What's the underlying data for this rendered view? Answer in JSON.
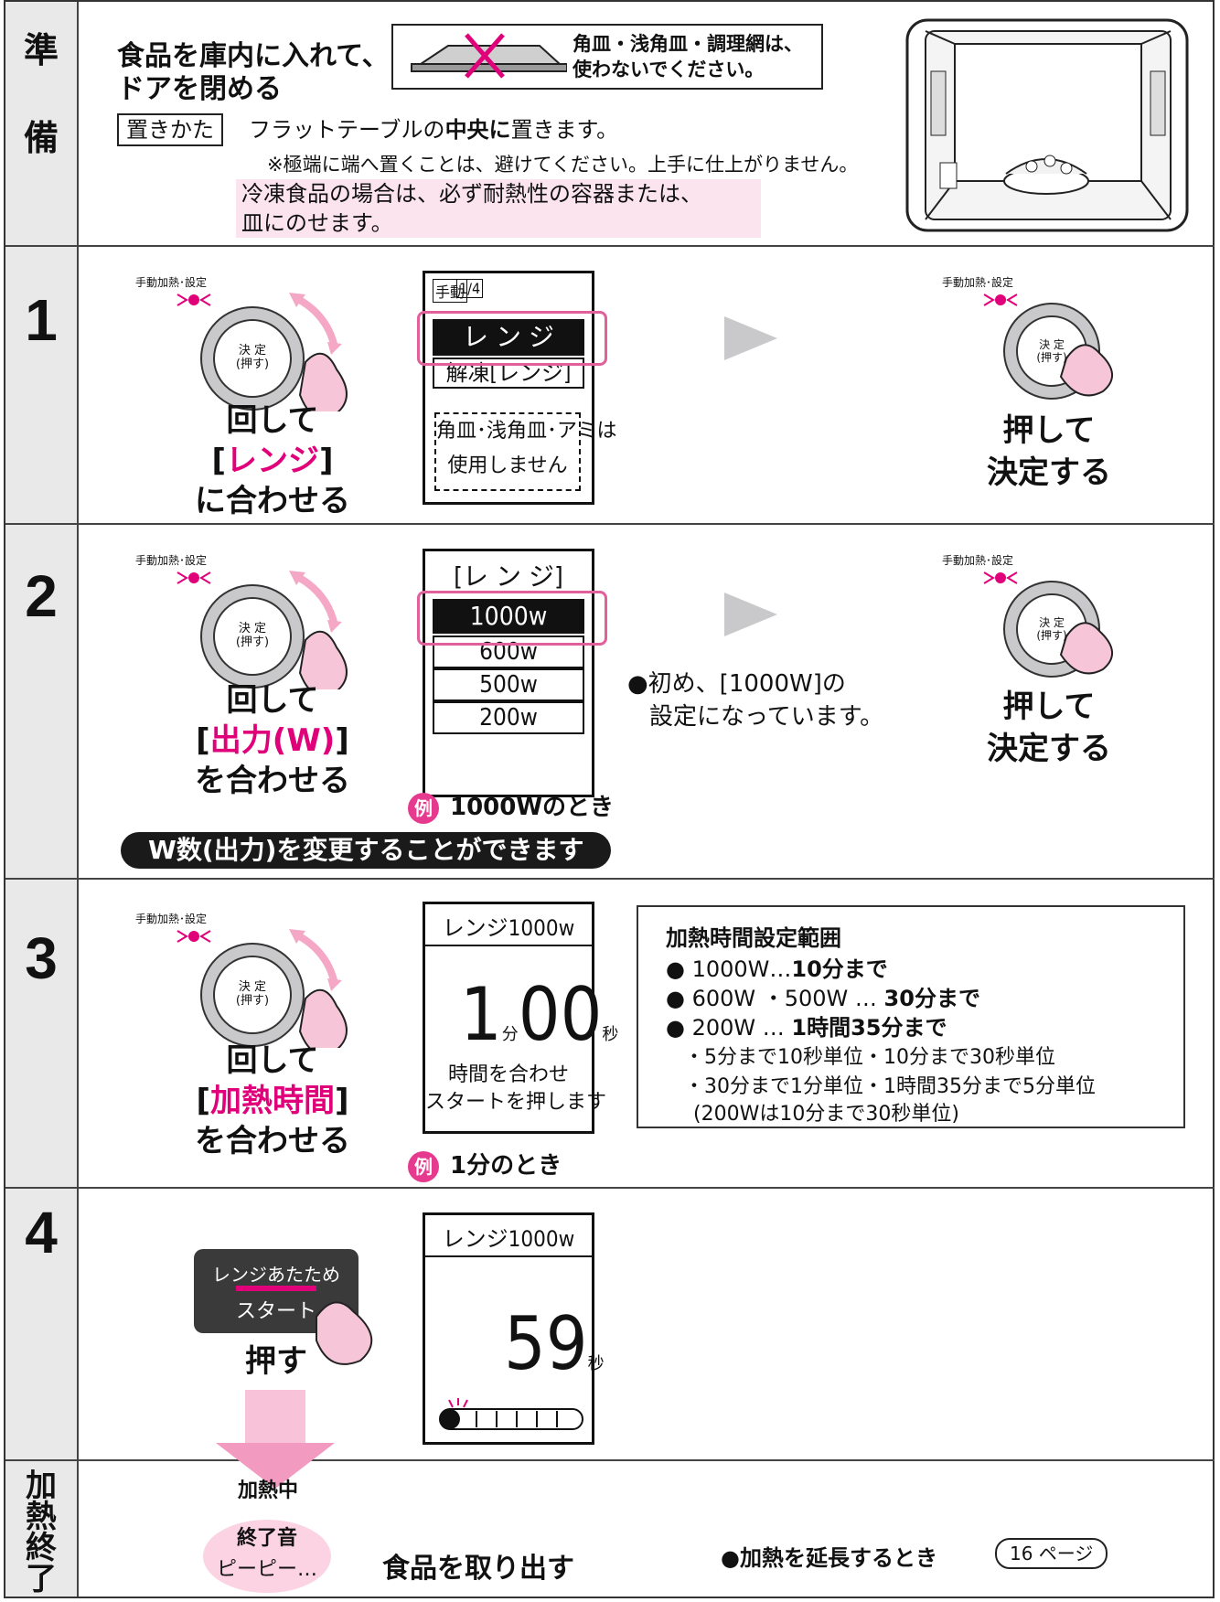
{
  "sections": {
    "prep_char1": "準",
    "prep_char2": "備",
    "step1": "1",
    "step2": "2",
    "step3": "3",
    "step4": "4",
    "end_chars": [
      "加",
      "熱",
      "終",
      "了"
    ]
  },
  "prep": {
    "instruction_line1": "食品を庫内に入れて、",
    "instruction_line2": "ドアを閉める",
    "warning_line1": "角皿・浅角皿・調理網は、",
    "warning_line2": "使わないでください。",
    "placement_label": "置きかた",
    "placement_text_pre": "フラットテーブルの",
    "placement_text_bold": "中央に",
    "placement_text_post": "置きます。",
    "placement_note": "※極端に端へ置くことは、避けてください。上手に仕上がりません。",
    "frozen_line1": "冷凍食品の場合は、必ず耐熱性の容器または、",
    "frozen_line2": "皿にのせます。"
  },
  "knob": {
    "top_label": "手動加熱･設定",
    "center_line1": "決 定",
    "center_line2": "(押す)"
  },
  "step1": {
    "turn_line1": "回して",
    "turn_line2_pre": "[",
    "turn_line2_mag": "レンジ",
    "turn_line2_post": "]",
    "turn_line3": "に合わせる",
    "lcd_tag1": "手動",
    "lcd_tag2": "1/4",
    "lcd_selected": "レ ン ジ",
    "lcd_row2": "解凍[レンジ]",
    "lcd_notice1": "角皿･浅角皿･アミは",
    "lcd_notice2": "使用しません",
    "push_line1": "押して",
    "push_line2": "決定する"
  },
  "step2": {
    "turn_line1": "回して",
    "turn_line2_pre": "[",
    "turn_line2_mag": "出力(W)",
    "turn_line2_post": "]",
    "turn_line3": "を合わせる",
    "lcd_header": "[レ ン ジ]",
    "lcd_options": [
      "1000w",
      "600w",
      "500w",
      "200w"
    ],
    "note_line1": "●初め、[1000W]の",
    "note_line2": "設定になっています。",
    "example_mark": "例",
    "example_text": "1000Wのとき",
    "pill": "W数(出力)を変更することができます",
    "push_line1": "押して",
    "push_line2": "決定する"
  },
  "step3": {
    "turn_line1": "回して",
    "turn_line2_pre": "[",
    "turn_line2_mag": "加熱時間",
    "turn_line2_post": "]",
    "turn_line3": "を合わせる",
    "lcd_header": "レンジ1000w",
    "lcd_min": "1",
    "lcd_min_unit": "分",
    "lcd_sec": "00",
    "lcd_sec_unit": "秒",
    "lcd_msg1": "時間を合わせ",
    "lcd_msg2": "スタートを押します",
    "example_mark": "例",
    "example_text": "1分のとき",
    "range_title": "加熱時間設定範囲",
    "range_l1_pre": "● 1000W…",
    "range_l1_bold": "10分まで",
    "range_l2_pre": "● 600W ・500W … ",
    "range_l2_bold": "30分まで",
    "range_l3_pre": "● 200W … ",
    "range_l3_bold": "1時間35分まで",
    "range_l4": "・5分まで10秒単位・10分まで30秒単位",
    "range_l5": "・30分まで1分単位・1時間35分まで5分単位",
    "range_l6": "(200Wは10分まで30秒単位)"
  },
  "step4": {
    "btn_line1": "レンジあたため",
    "btn_line2": "スタート",
    "press": "押す",
    "lcd_header": "レンジ1000w",
    "lcd_sec": "59",
    "lcd_sec_unit": "秒"
  },
  "end": {
    "heating": "加熱中",
    "sound_line1": "終了音",
    "sound_line2": "ピーピー…",
    "take_out": "食品を取り出す",
    "extend_text": "●加熱を延長するとき",
    "page_ref": "16 ページ"
  }
}
